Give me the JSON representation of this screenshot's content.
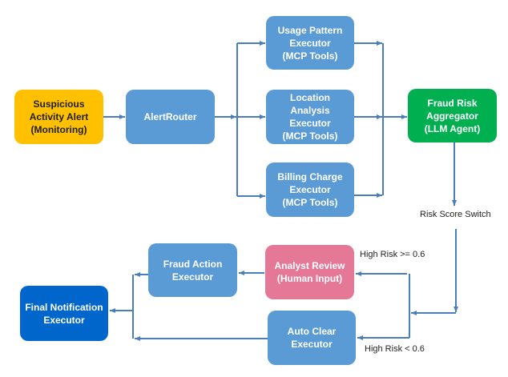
{
  "diagram": {
    "type": "flowchart",
    "nodes": {
      "alert": "Suspicious\nActivity Alert\n(Monitoring)",
      "router": "AlertRouter",
      "usage": "Usage Pattern\nExecutor\n(MCP Tools)",
      "location": "Location Analysis\nExecutor\n(MCP Tools)",
      "billing": "Billing Charge\nExecutor\n(MCP Tools)",
      "aggregator": "Fraud Risk\nAggregator\n(LLM Agent)",
      "analyst": "Analyst Review\n(Human Input)",
      "auto_clear": "Auto Clear\nExecutor",
      "fraud_action": "Fraud Action\nExecutor",
      "final": "Final Notification\nExecutor"
    },
    "labels": {
      "switch": "Risk Score Switch",
      "high_risk": "High Risk >= 0.6",
      "low_risk": "High Risk < 0.6"
    },
    "edges": [
      {
        "from": "alert",
        "to": "router"
      },
      {
        "from": "router",
        "to": "usage"
      },
      {
        "from": "router",
        "to": "location"
      },
      {
        "from": "router",
        "to": "billing"
      },
      {
        "from": "usage",
        "to": "aggregator"
      },
      {
        "from": "location",
        "to": "aggregator"
      },
      {
        "from": "billing",
        "to": "aggregator"
      },
      {
        "from": "aggregator",
        "to": "switch"
      },
      {
        "from": "switch",
        "to": "analyst",
        "label": "High Risk >= 0.6"
      },
      {
        "from": "switch",
        "to": "auto_clear",
        "label": "High Risk < 0.6"
      },
      {
        "from": "analyst",
        "to": "fraud_action"
      },
      {
        "from": "fraud_action",
        "to": "final"
      },
      {
        "from": "auto_clear",
        "to": "final"
      }
    ],
    "colors": {
      "alert": "#ffc000",
      "executor": "#5b9bd5",
      "aggregator": "#00b050",
      "human": "#e57896",
      "final": "#0066cc",
      "edge": "#4a7ebb"
    }
  }
}
